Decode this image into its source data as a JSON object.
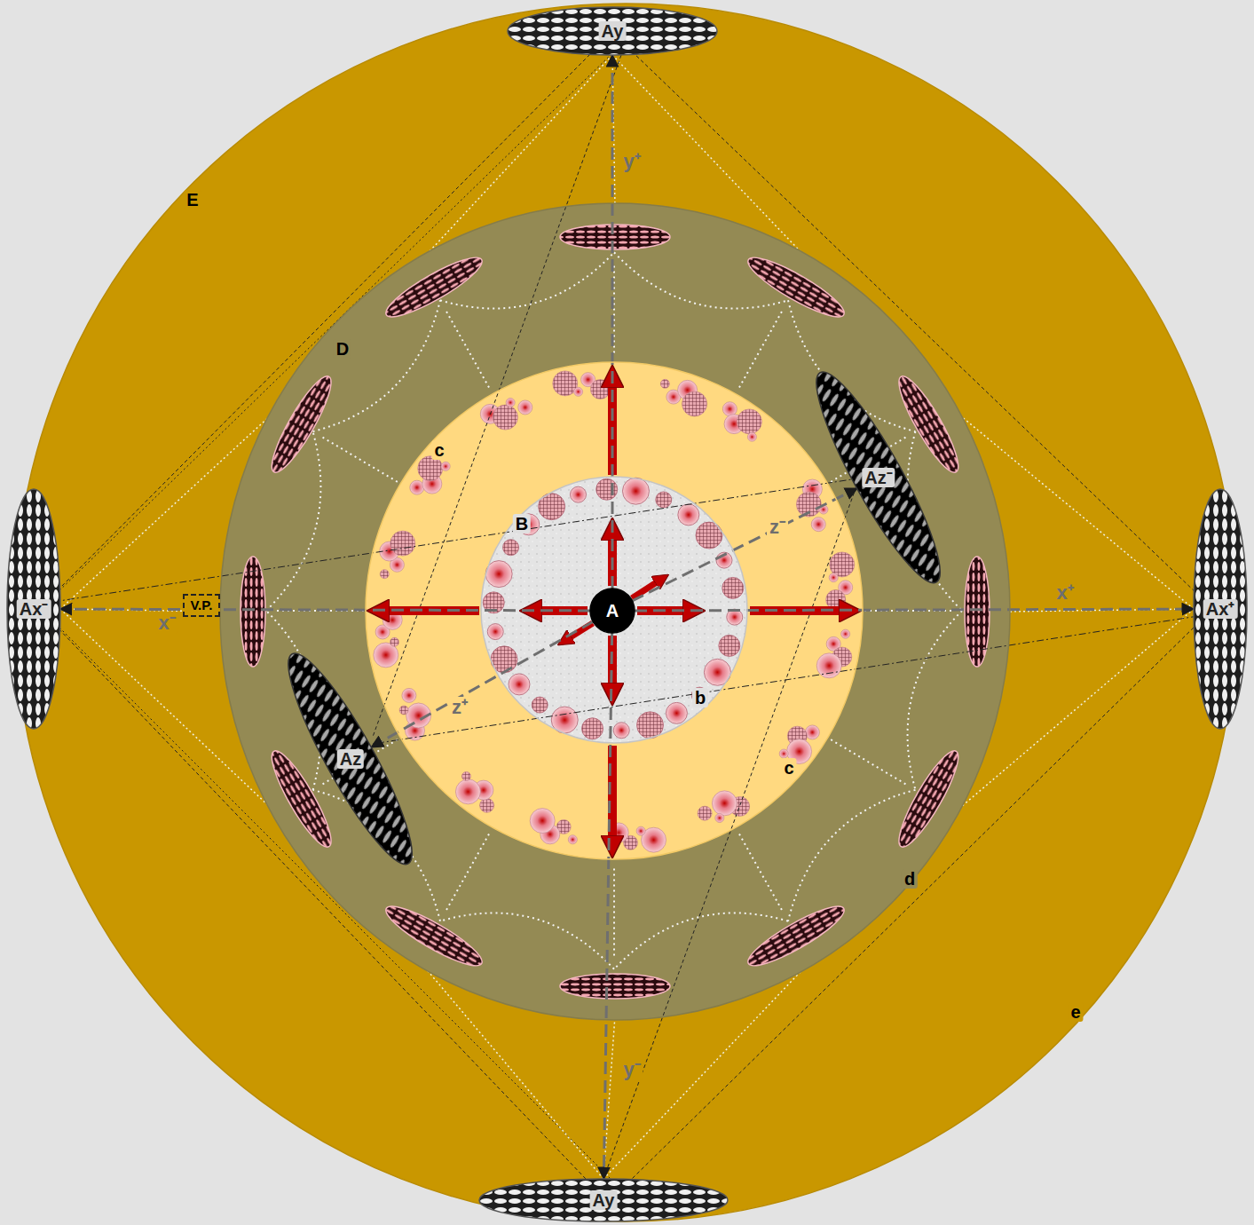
{
  "diagram": {
    "nodes": [
      {
        "text": [
          "E",
          "e"
        ]
      },
      {
        "text": [
          "D",
          "d"
        ],
        "in": 0
      },
      {
        "text": [
          "c",
          "c"
        ],
        "in": 1
      },
      {
        "text": [
          "B",
          "b"
        ],
        "in": 2
      },
      {
        "text": [
          "A"
        ],
        "in": 3
      },
      {
        "text": [
          "Ay"
        ],
        "in": 0
      },
      {
        "text": [
          "Ax⁻"
        ],
        "in": 0
      },
      {
        "text": [
          "Ax⁺"
        ],
        "in": 0
      },
      {
        "text": [
          "Ay"
        ],
        "in": 0
      },
      {
        "text": [
          "Az⁻"
        ],
        "in": 1
      },
      {
        "text": [
          "Az"
        ],
        "in": 1
      },
      {
        "text": [
          "V.P."
        ],
        "in": 0
      }
    ],
    "edges": [
      {
        "from": 4,
        "to": 5,
        "arrow": "to",
        "label": "y⁺"
      },
      {
        "from": 4,
        "to": 8,
        "arrow": "to",
        "label": "y⁻"
      },
      {
        "from": 4,
        "to": 6,
        "arrow": "to",
        "label": "x⁻"
      },
      {
        "from": 4,
        "to": 7,
        "arrow": "to",
        "label": "x⁺"
      },
      {
        "from": 4,
        "to": 9,
        "arrow": "to",
        "label": "z⁻"
      },
      {
        "from": 4,
        "to": 10,
        "arrow": "to",
        "label": "z⁺"
      }
    ]
  }
}
